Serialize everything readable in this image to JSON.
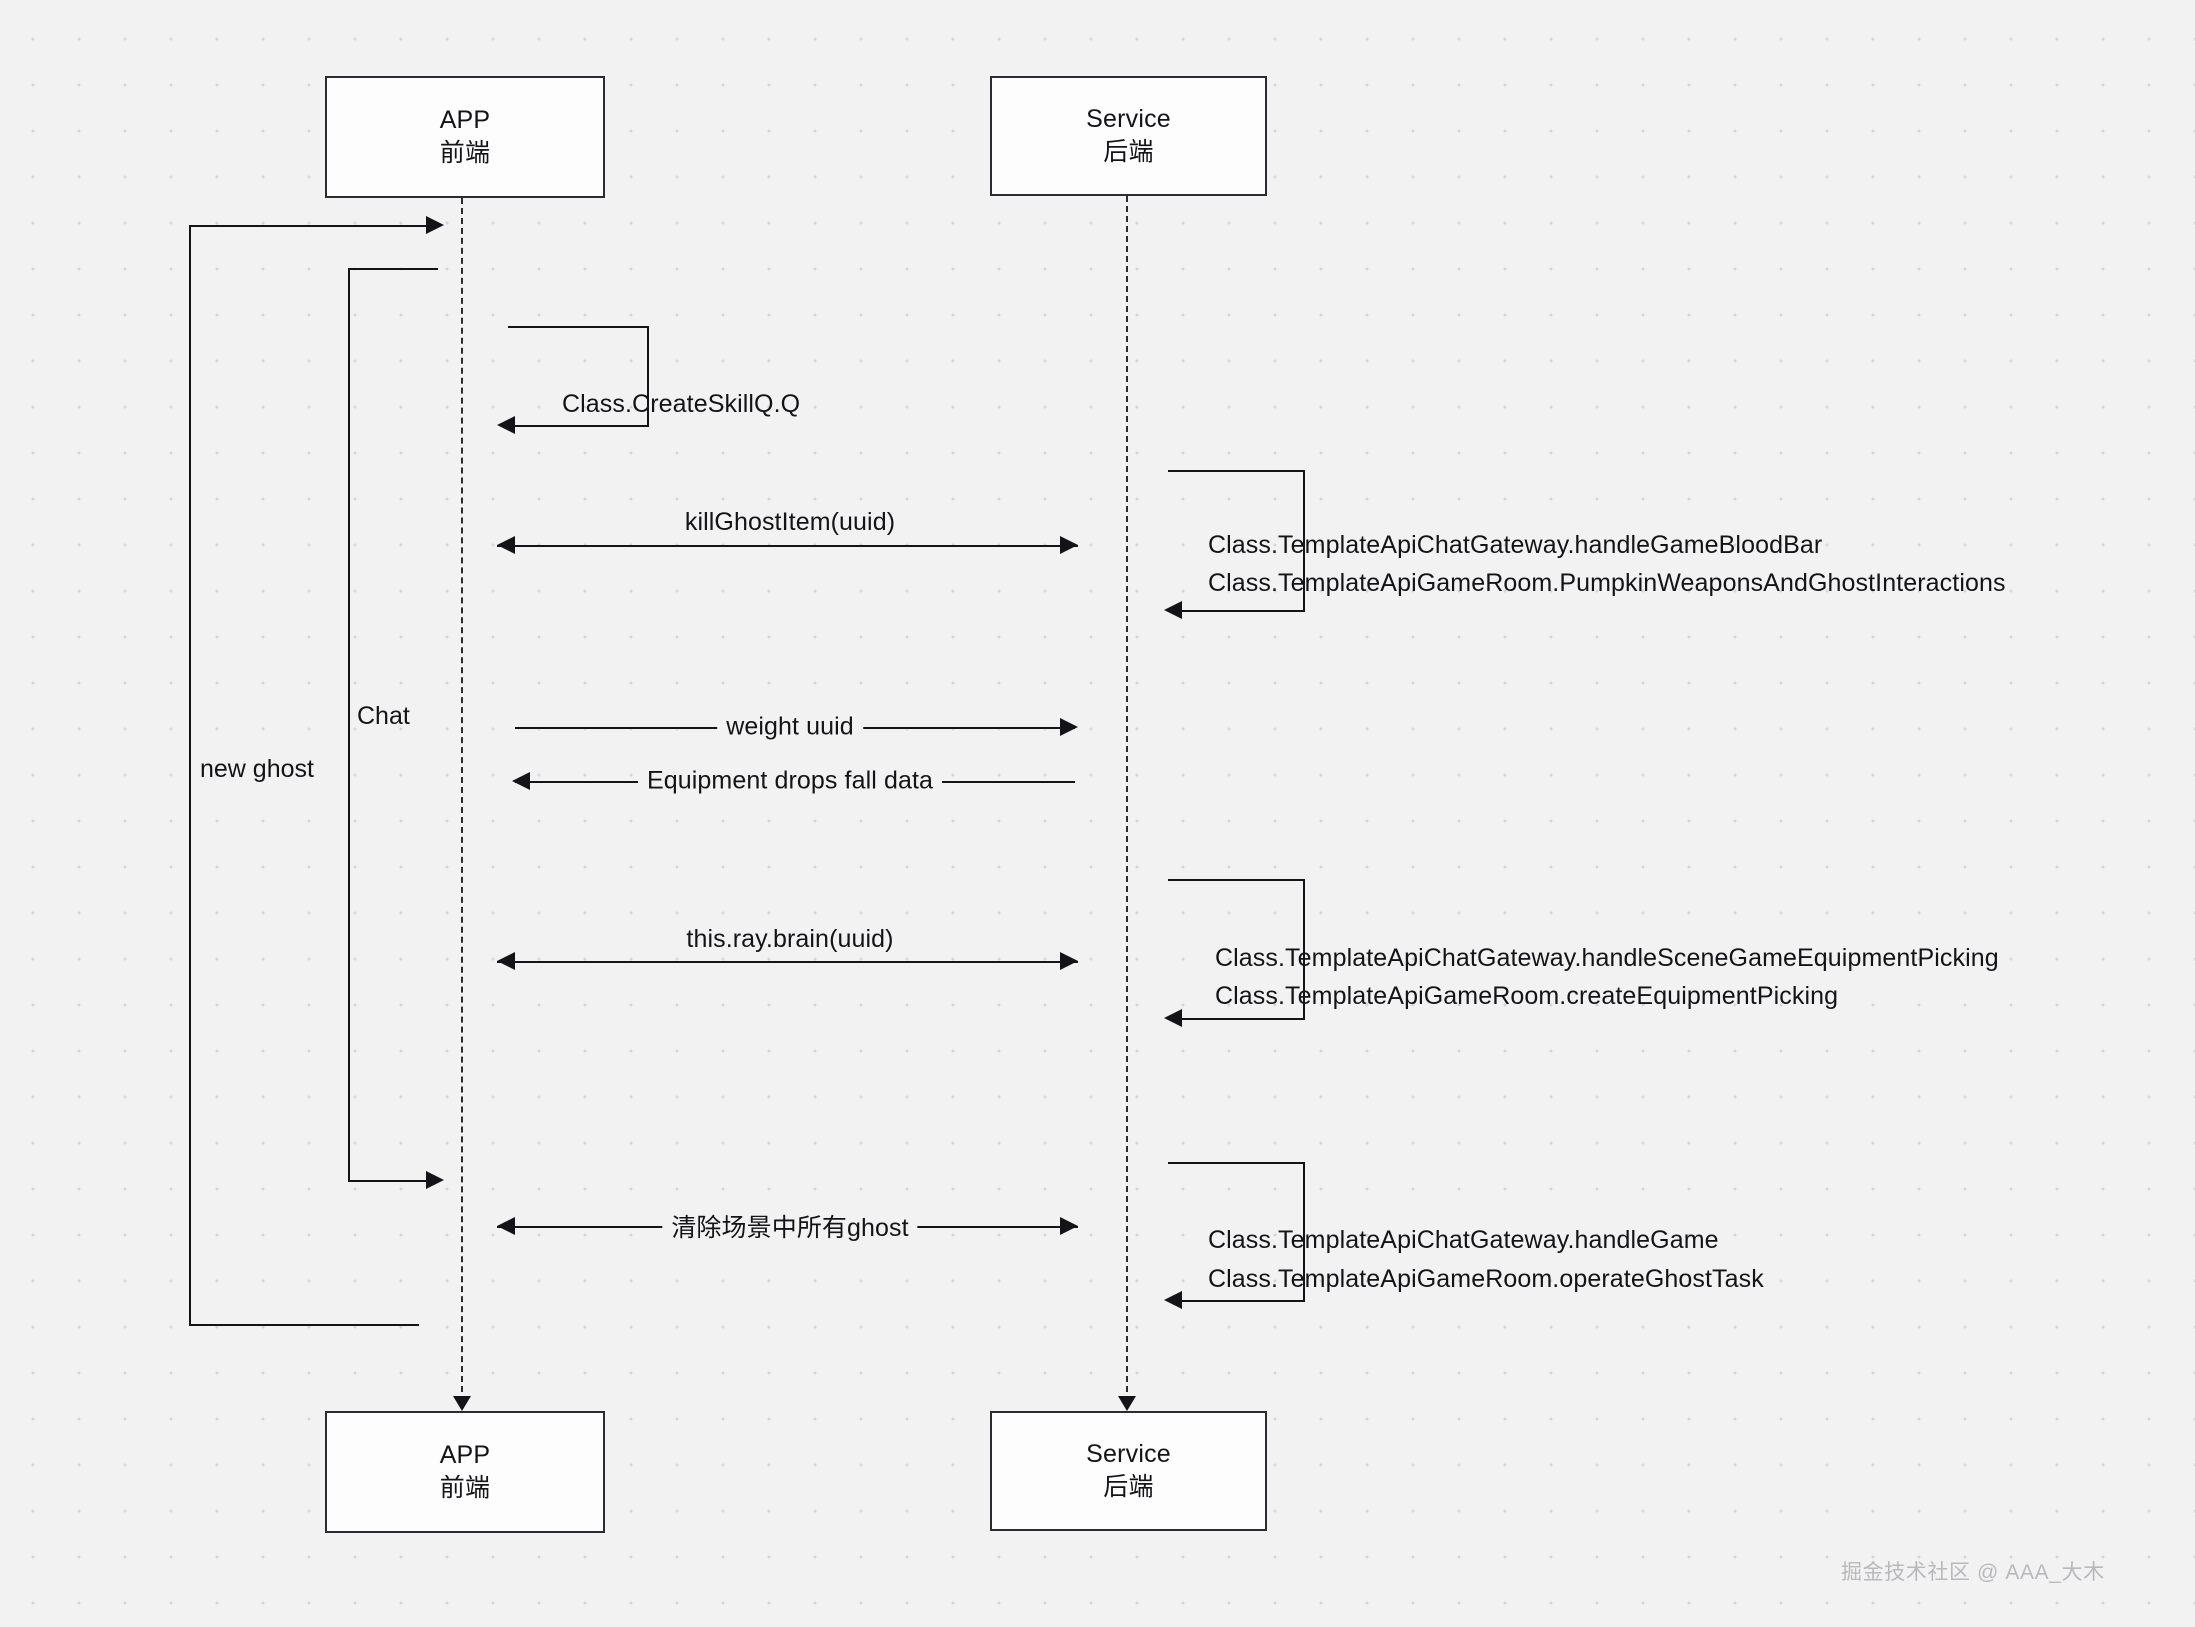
{
  "diagram": {
    "type": "sequence-diagram",
    "background": "#f2f2f2",
    "stroke_color": "#141418",
    "grid": "dotted",
    "actors": [
      {
        "id": "app",
        "title": "APP",
        "subtitle": "前端"
      },
      {
        "id": "service",
        "title": "Service",
        "subtitle": "后端"
      }
    ],
    "actors_bottom": [
      {
        "id": "app",
        "title": "APP",
        "subtitle": "前端"
      },
      {
        "id": "service",
        "title": "Service",
        "subtitle": "后端"
      }
    ],
    "outer_loops": [
      {
        "id": "new-ghost",
        "label": "new ghost"
      },
      {
        "id": "chat",
        "label": "Chat"
      }
    ],
    "self_call_app": {
      "label": "Class.CreateSkillQ.Q"
    },
    "messages": [
      {
        "id": "kill-ghost-item",
        "label": "killGhostItem(uuid)",
        "direction": "bidirectional",
        "label_position": "above"
      },
      {
        "id": "weight-uuid",
        "label": "weight uuid",
        "direction": "right",
        "label_position": "inline"
      },
      {
        "id": "equipment-drops",
        "label": "Equipment drops fall data",
        "direction": "left",
        "label_position": "inline"
      },
      {
        "id": "ray-brain",
        "label": "this.ray.brain(uuid)",
        "direction": "bidirectional",
        "label_position": "above"
      },
      {
        "id": "clear-ghosts",
        "label": "清除场景中所有ghost",
        "direction": "bidirectional",
        "label_position": "inline"
      }
    ],
    "service_self_calls": [
      {
        "id": "blood-bar",
        "lines": [
          "Class.TemplateApiChatGateway.handleGameBloodBar",
          "Class.TemplateApiGameRoom.PumpkinWeaponsAndGhostInteractions"
        ]
      },
      {
        "id": "equipment-picking",
        "lines": [
          "Class.TemplateApiChatGateway.handleSceneGameEquipmentPicking",
          "Class.TemplateApiGameRoom.createEquipmentPicking"
        ]
      },
      {
        "id": "ghost-task",
        "lines": [
          "Class.TemplateApiChatGateway.handleGame",
          "Class.TemplateApiGameRoom.operateGhostTask"
        ]
      }
    ],
    "watermark": "掘金技术社区 @ AAA_大木"
  }
}
